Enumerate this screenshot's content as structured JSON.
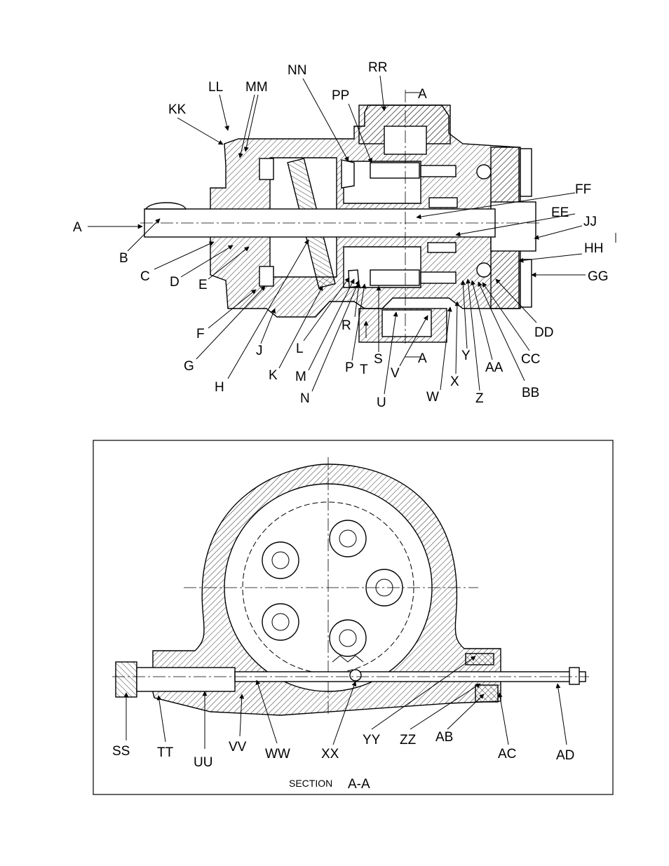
{
  "labels_top": [
    {
      "id": "A",
      "text": "A"
    },
    {
      "id": "B",
      "text": "B"
    },
    {
      "id": "C",
      "text": "C"
    },
    {
      "id": "D",
      "text": "D"
    },
    {
      "id": "E",
      "text": "E"
    },
    {
      "id": "F",
      "text": "F"
    },
    {
      "id": "G",
      "text": "G"
    },
    {
      "id": "H",
      "text": "H"
    },
    {
      "id": "J",
      "text": "J"
    },
    {
      "id": "K",
      "text": "K"
    },
    {
      "id": "L",
      "text": "L"
    },
    {
      "id": "M",
      "text": "M"
    },
    {
      "id": "N",
      "text": "N"
    },
    {
      "id": "P",
      "text": "P"
    },
    {
      "id": "R",
      "text": "R"
    },
    {
      "id": "S",
      "text": "S"
    },
    {
      "id": "T",
      "text": "T"
    },
    {
      "id": "U",
      "text": "U"
    },
    {
      "id": "V",
      "text": "V"
    },
    {
      "id": "W",
      "text": "W"
    },
    {
      "id": "X",
      "text": "X"
    },
    {
      "id": "Y",
      "text": "Y"
    },
    {
      "id": "Z",
      "text": "Z"
    },
    {
      "id": "AA",
      "text": "AA"
    },
    {
      "id": "BB",
      "text": "BB"
    },
    {
      "id": "CC",
      "text": "CC"
    },
    {
      "id": "DD",
      "text": "DD"
    },
    {
      "id": "EE",
      "text": "EE"
    },
    {
      "id": "FF",
      "text": "FF"
    },
    {
      "id": "GG",
      "text": "GG"
    },
    {
      "id": "HH",
      "text": "HH"
    },
    {
      "id": "JJ",
      "text": "JJ"
    },
    {
      "id": "KK",
      "text": "KK"
    },
    {
      "id": "LL",
      "text": "LL"
    },
    {
      "id": "MM",
      "text": "MM"
    },
    {
      "id": "NN",
      "text": "NN"
    },
    {
      "id": "PP",
      "text": "PP"
    },
    {
      "id": "RR",
      "text": "RR"
    }
  ],
  "section_marks": [
    "A",
    "A"
  ],
  "labels_section": [
    {
      "id": "SS",
      "text": "SS"
    },
    {
      "id": "TT",
      "text": "TT"
    },
    {
      "id": "UU",
      "text": "UU"
    },
    {
      "id": "VV",
      "text": "VV"
    },
    {
      "id": "WW",
      "text": "WW"
    },
    {
      "id": "XX",
      "text": "XX"
    },
    {
      "id": "YY",
      "text": "YY"
    },
    {
      "id": "ZZ",
      "text": "ZZ"
    },
    {
      "id": "AB",
      "text": "AB"
    },
    {
      "id": "AC",
      "text": "AC"
    },
    {
      "id": "AD",
      "text": "AD"
    }
  ],
  "section_caption": {
    "word": "SECTION",
    "mark": "A-A"
  }
}
